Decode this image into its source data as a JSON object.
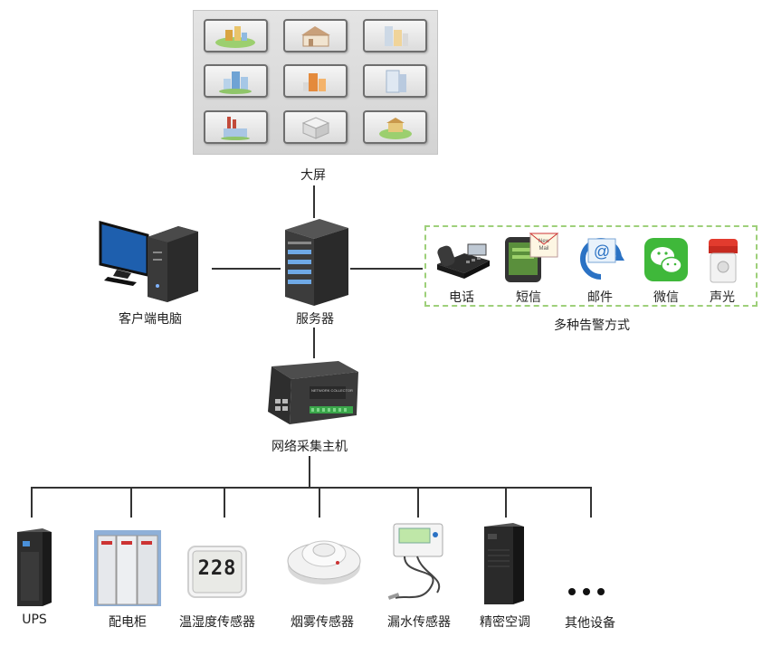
{
  "nodes": {
    "big_screen": "大屏",
    "client_pc": "客户端电脑",
    "server": "服务器",
    "collector": "网络采集主机",
    "alert_group": "多种告警方式"
  },
  "alerts": [
    {
      "label": "电话",
      "icon": "telephone-icon"
    },
    {
      "label": "短信",
      "icon": "sms-phone-icon"
    },
    {
      "label": "邮件",
      "icon": "email-icon"
    },
    {
      "label": "微信",
      "icon": "wechat-icon"
    },
    {
      "label": "声光",
      "icon": "alarm-light-icon"
    }
  ],
  "devices": [
    {
      "label": "UPS",
      "icon": "ups-icon"
    },
    {
      "label": "配电柜",
      "icon": "distribution-cabinet-icon"
    },
    {
      "label": "温湿度传感器",
      "icon": "temp-humidity-sensor-icon",
      "display": "228"
    },
    {
      "label": "烟雾传感器",
      "icon": "smoke-sensor-icon"
    },
    {
      "label": "漏水传感器",
      "icon": "water-leak-sensor-icon"
    },
    {
      "label": "精密空调",
      "icon": "precision-ac-icon"
    },
    {
      "label": "其他设备",
      "icon": "ellipsis-icon"
    }
  ],
  "colors": {
    "line": "#333333",
    "dashed_border": "#9ed07a",
    "accent_blue": "#2b72c4"
  }
}
